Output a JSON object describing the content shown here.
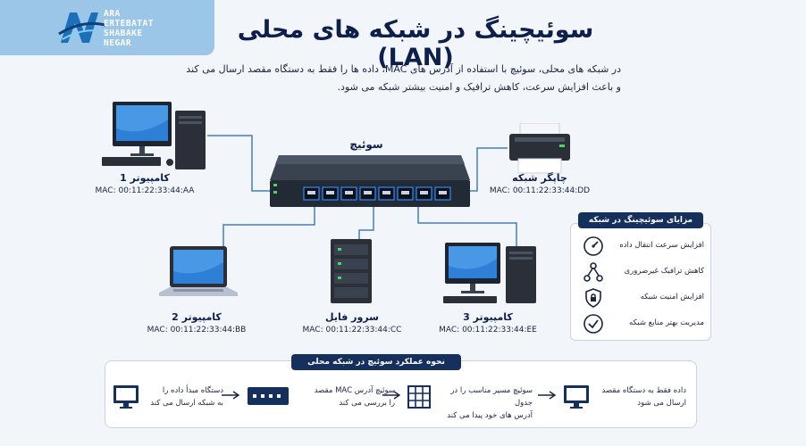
{
  "logo": {
    "lines": [
      "ARA",
      "ERTEBATAT",
      "SHABAKE",
      "NEGAR"
    ]
  },
  "title": "سوئیچینگ در شبکه های محلی (LAN)",
  "intro": {
    "line1": "در شبکه های محلی، سوئیچ با استفاده از آدرس های MAC، داده ها را فقط به دستگاه مقصد ارسال می کند",
    "line2": "و باعث افزایش سرعت، کاهش ترافیک و امنیت بیشتر شبکه می شود."
  },
  "switch_label": "سوئیچ",
  "devices": {
    "pc1": {
      "name": "کامپیوتر 1",
      "mac": "MAC: 00:11:22:33:44:AA"
    },
    "printer": {
      "name": "چاپگر شبکه",
      "mac": "MAC: 00:11:22:33:44:DD"
    },
    "pc2": {
      "name": "کامپیوتر 2",
      "mac": "MAC: 00:11:22:33:44:BB"
    },
    "server": {
      "name": "سرور فایل",
      "mac": "MAC: 00:11:22:33:44:CC"
    },
    "pc3": {
      "name": "کامپیوتر 3",
      "mac": "MAC: 00:11:22:33:44:EE"
    }
  },
  "benefits": {
    "title": "مزایای سوئیچینگ در شبکه محلی",
    "items": [
      {
        "label": "افزایش سرعت انتقال داده",
        "icon": "speedometer-icon"
      },
      {
        "label": "کاهش ترافیک غیرضروری",
        "icon": "network-nodes-icon"
      },
      {
        "label": "افزایش امنیت شبکه",
        "icon": "shield-lock-icon"
      },
      {
        "label": "مدیریت بهتر منابع شبکه",
        "icon": "check-circle-icon"
      }
    ]
  },
  "how": {
    "title": "نحوه عملکرد سوئیچ در شبکه محلی",
    "steps": [
      {
        "line1": "دستگاه مبدأ داده را",
        "line2": "به شبکه ارسال می کند",
        "icon": "monitor-icon"
      },
      {
        "line1": "سوئیچ آدرس MAC مقصد",
        "line2": "را بررسی می کند",
        "icon": "switch-icon"
      },
      {
        "line1": "سوئیچ مسیر مناسب را در جدول",
        "line2": "آدرس های خود پیدا می کند",
        "icon": "table-icon"
      },
      {
        "line1": "داده فقط به دستگاه مقصد",
        "line2": "ارسال می شود",
        "icon": "monitor-icon"
      }
    ]
  },
  "colors": {
    "navy": "#16305e",
    "cable": "#3f7fc4",
    "port_ring": "#2f8cff"
  }
}
